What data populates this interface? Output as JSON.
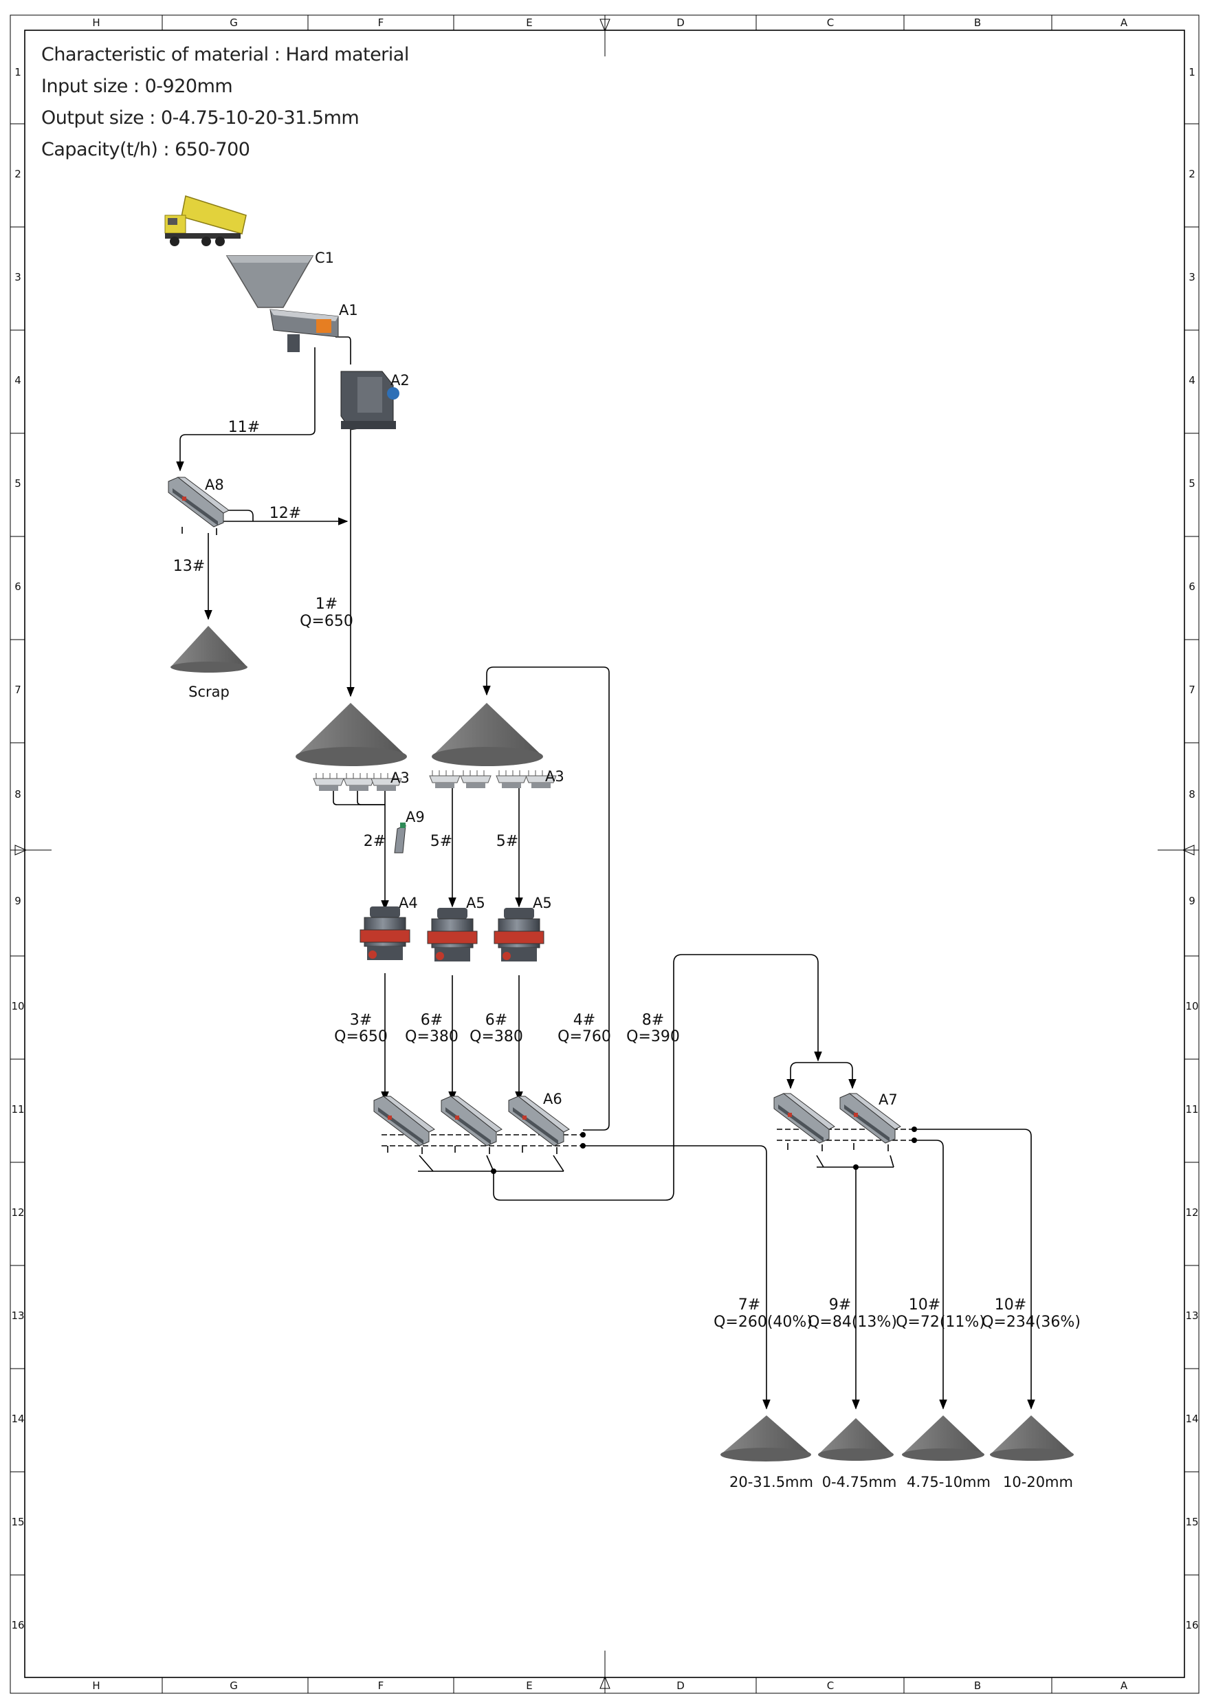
{
  "header": {
    "material": "Characteristic of material : Hard material",
    "input_size": "Input size : 0-920mm",
    "output_size": "Output size : 0-4.75-10-20-31.5mm",
    "capacity": "Capacity(t/h) : 650-700"
  },
  "frame": {
    "col_letters": [
      "H",
      "G",
      "F",
      "E",
      "D",
      "C",
      "B",
      "A"
    ],
    "row_numbers": [
      "1",
      "2",
      "3",
      "4",
      "5",
      "6",
      "7",
      "8",
      "9",
      "10",
      "11",
      "12",
      "13",
      "14",
      "15",
      "16"
    ]
  },
  "equipment": {
    "c1": "C1",
    "a1": "A1",
    "a2": "A2",
    "a8": "A8",
    "a3_left": "A3",
    "a3_right": "A3",
    "a9": "A9",
    "a4": "A4",
    "a5_left": "A5",
    "a5_right": "A5",
    "a6": "A6",
    "a7": "A7"
  },
  "flows": {
    "f11": "11#",
    "f12": "12#",
    "f13": "13#",
    "f1": "1#",
    "f1_q": "Q=650",
    "f2": "2#",
    "f5a": "5#",
    "f5b": "5#",
    "f3": "3#",
    "f3_q": "Q=650",
    "f6a": "6#",
    "f6a_q": "Q=380",
    "f6b": "6#",
    "f6b_q": "Q=380",
    "f4": "4#",
    "f4_q": "Q=760",
    "f8": "8#",
    "f8_q": "Q=390",
    "f7": "7#",
    "f7_q": "Q=260(40%)",
    "f9": "9#",
    "f9_q": "Q=84(13%)",
    "f10a": "10#",
    "f10a_q": "Q=72(11%)",
    "f10b": "10#",
    "f10b_q": "Q=234(36%)"
  },
  "products": {
    "scrap": "Scrap",
    "p1": "20-31.5mm",
    "p2": "0-4.75mm",
    "p3": "4.75-10mm",
    "p4": "10-20mm"
  },
  "colors": {
    "pile": "#6b6b6b",
    "truck": "#e2d23c",
    "crusher_red": "#c0392b",
    "machine": "#5a5f66"
  }
}
